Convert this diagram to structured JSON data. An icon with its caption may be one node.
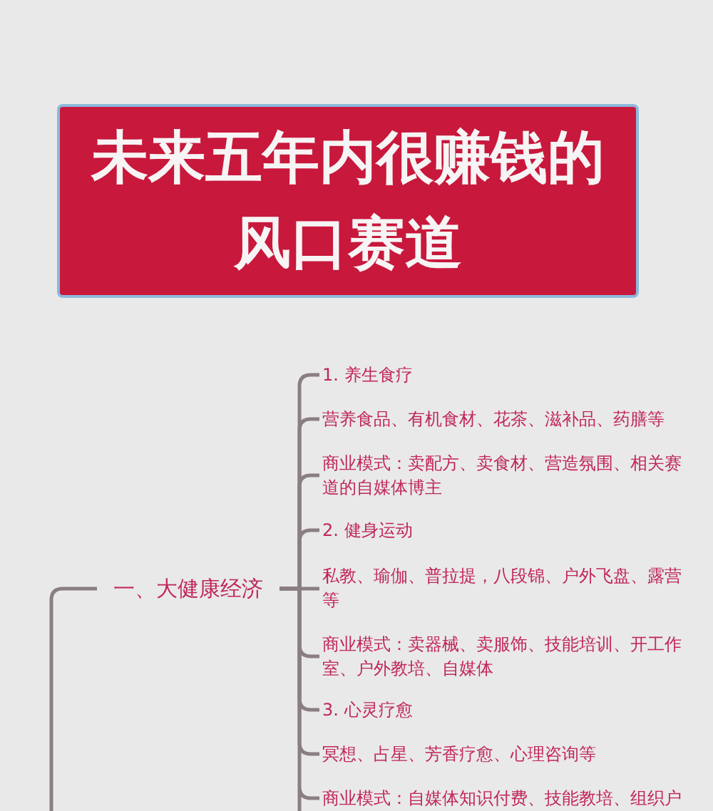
{
  "diagram": {
    "title": "未来五年内很赚钱的风口赛道",
    "nodes": [
      {
        "text": [
          "一、大健康经济"
        ]
      },
      {
        "text": [
          "1. 养生食疗"
        ]
      },
      {
        "text": [
          "营养食品、有机食材、花茶、滋补品、药膳等"
        ]
      },
      {
        "text": [
          "商业模式：卖配方、卖食材、营造氛围、相关赛道的自媒体博主"
        ]
      },
      {
        "text": [
          "2. 健身运动"
        ]
      },
      {
        "text": [
          "私教、瑜伽、普拉提，八段锦、户外飞盘、露营等"
        ]
      },
      {
        "text": [
          "商业模式：卖器械、卖服饰、技能培训、开工作室、户外教培、自媒体"
        ]
      },
      {
        "text": [
          "3. 心灵疗愈"
        ]
      },
      {
        "text": [
          "冥想、占星、芳香疗愈、心理咨询等"
        ]
      },
      {
        "text": [
          "商业模式：自媒体知识付费、技能教培、组织户"
        ]
      }
    ],
    "edges": [
      {
        "from": null,
        "to": 0,
        "arrow": "none"
      },
      {
        "from": 0,
        "to": 1,
        "arrow": "none"
      },
      {
        "from": 0,
        "to": 2,
        "arrow": "none"
      },
      {
        "from": 0,
        "to": 3,
        "arrow": "none"
      },
      {
        "from": 0,
        "to": 4,
        "arrow": "none"
      },
      {
        "from": 0,
        "to": 5,
        "arrow": "none"
      },
      {
        "from": 0,
        "to": 6,
        "arrow": "none"
      },
      {
        "from": 0,
        "to": 7,
        "arrow": "none"
      },
      {
        "from": 0,
        "to": 8,
        "arrow": "none"
      },
      {
        "from": 0,
        "to": 9,
        "arrow": "none"
      }
    ]
  }
}
